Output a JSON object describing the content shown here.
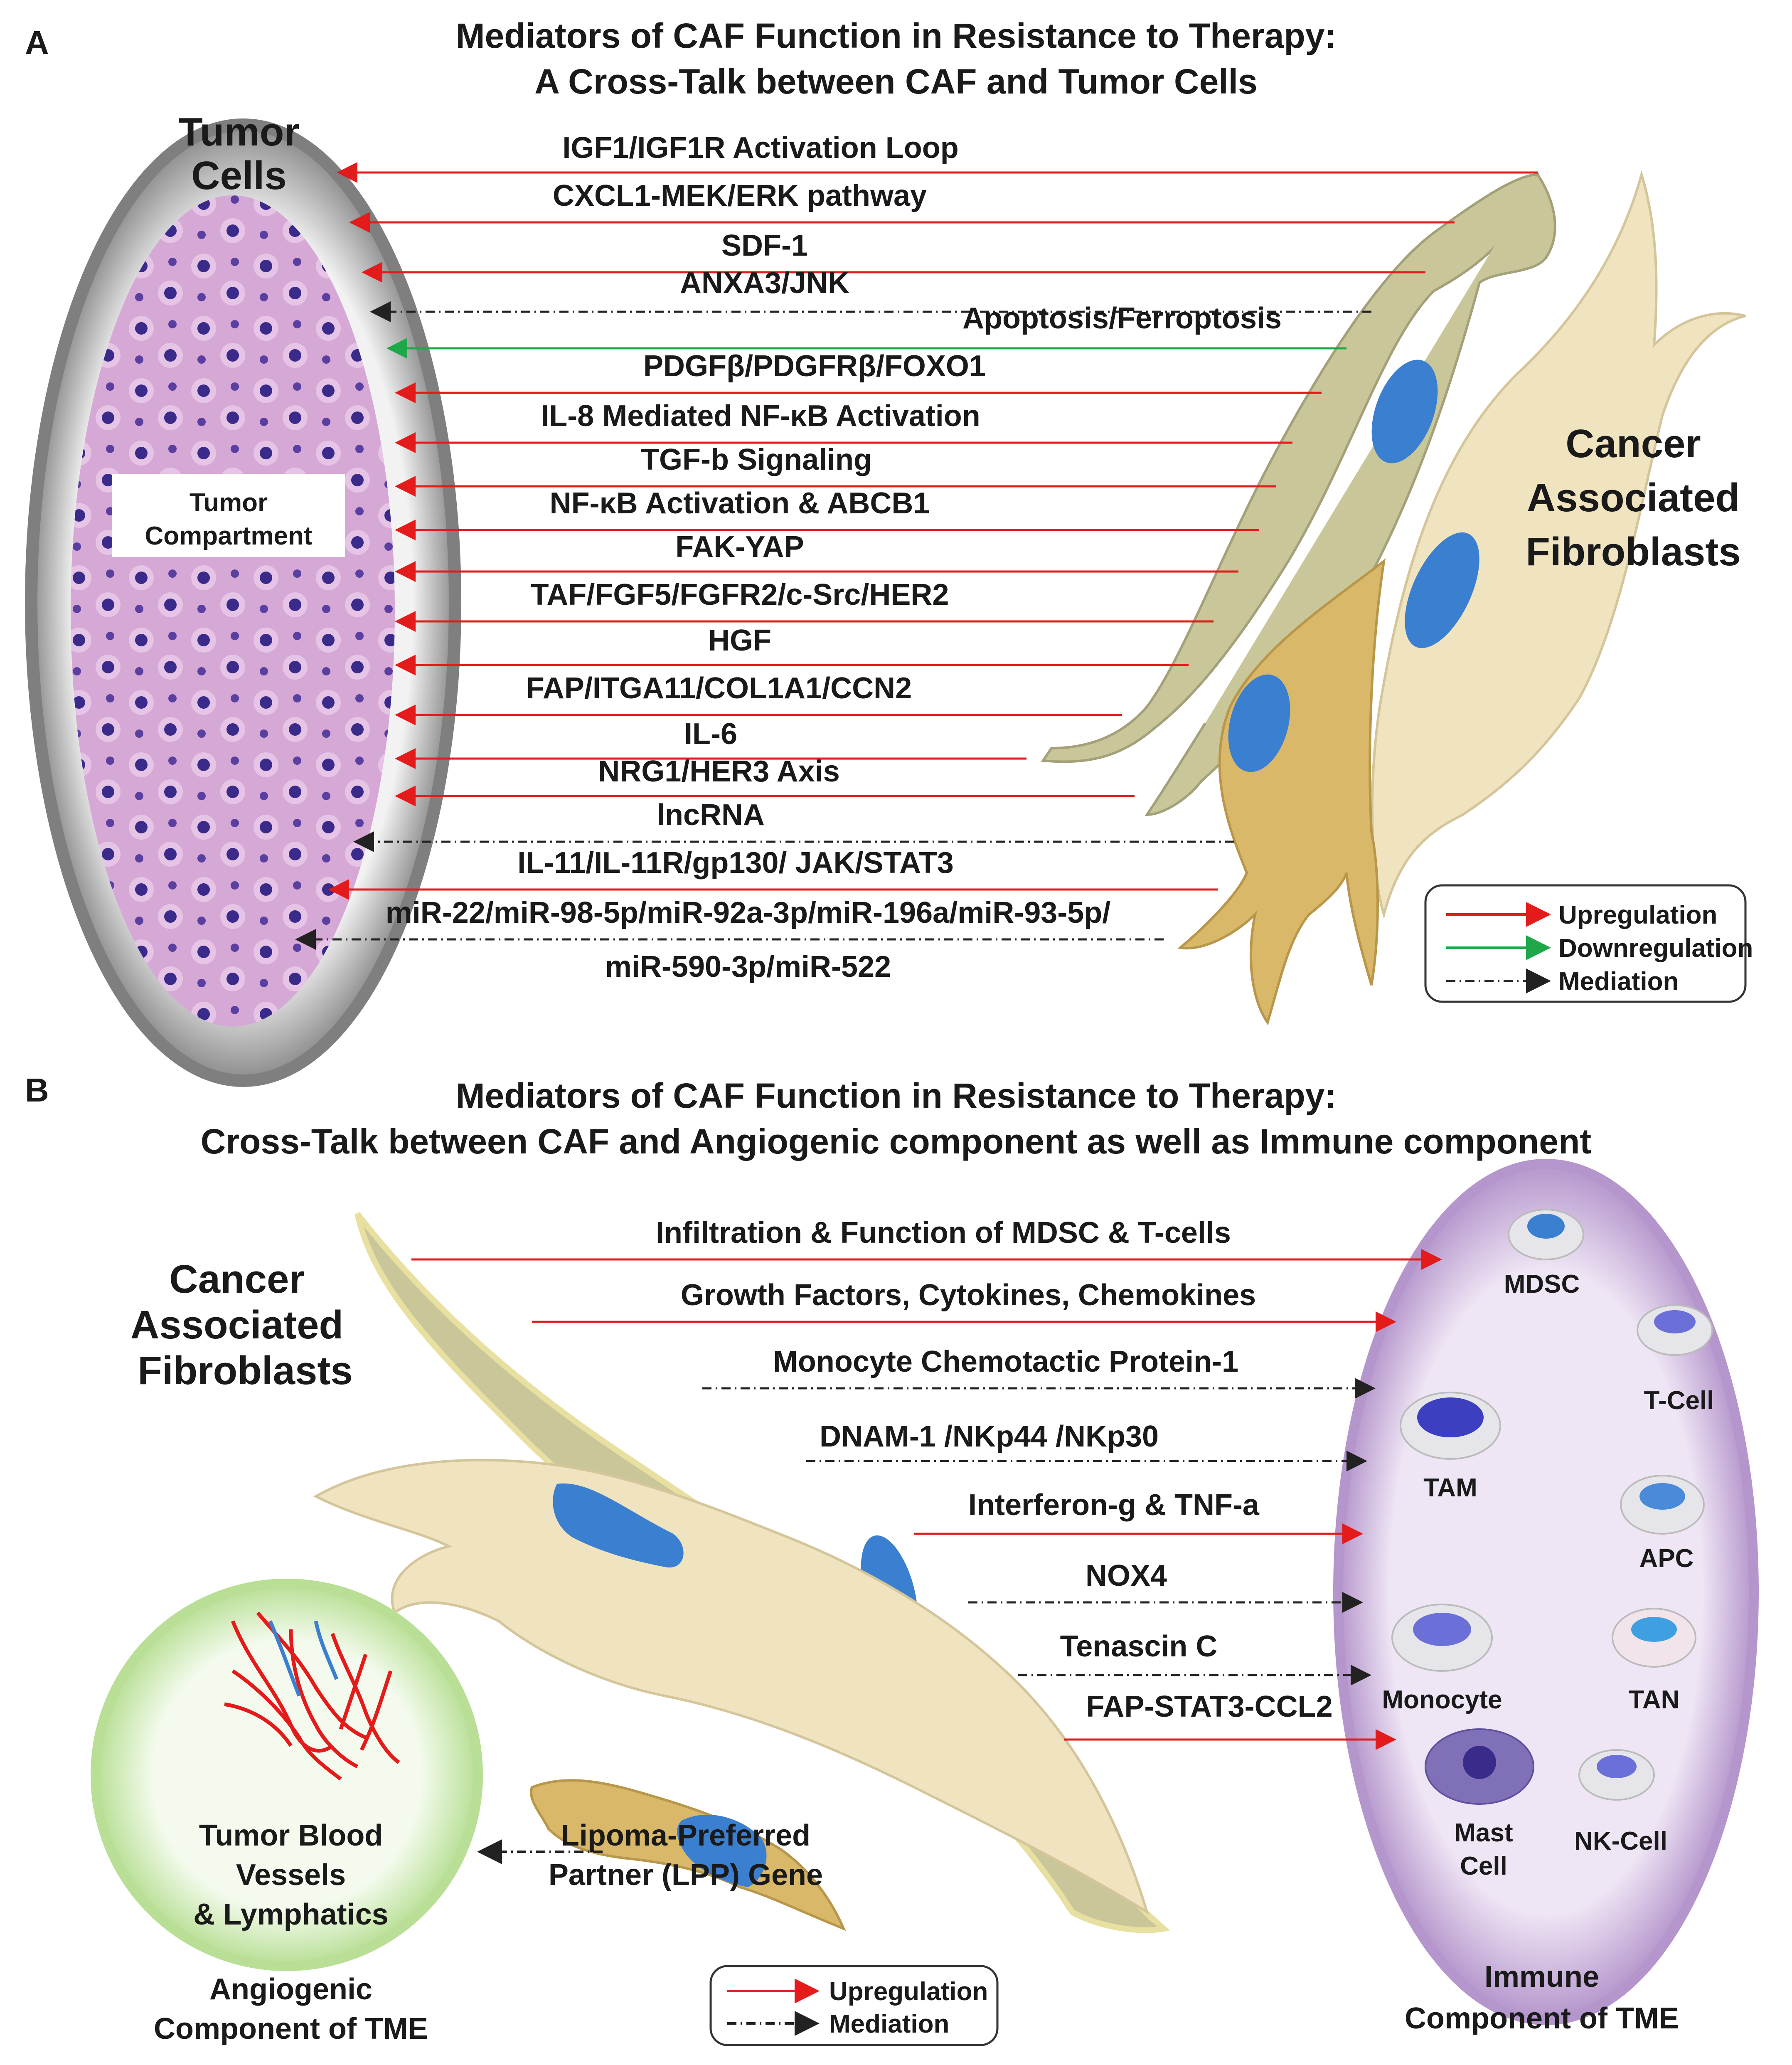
{
  "panel_a": {
    "letter": "A",
    "title_line1": "Mediators of CAF Function in Resistance to Therapy:",
    "title_line2": "A Cross-Talk between CAF and Tumor Cells",
    "tumor_cells_line1": "Tumor",
    "tumor_cells_line2": "Cells",
    "tumor_compartment_line1": "Tumor",
    "tumor_compartment_line2": "Compartment",
    "caf_line1": "Cancer",
    "caf_line2": "Associated",
    "caf_line3": "Fibroblasts",
    "mediators": [
      {
        "label": "IGF1/IGF1R Activation Loop",
        "type": "Upregulation"
      },
      {
        "label": "CXCL1-MEK/ERK pathway",
        "type": "Upregulation"
      },
      {
        "label": "SDF-1",
        "type": "Upregulation"
      },
      {
        "label": "ANXA3/JNK",
        "type": "Mediation"
      },
      {
        "label": "Apoptosis/Ferroptosis",
        "type": "Downregulation"
      },
      {
        "label": "PDGFβ/PDGFRβ/FOXO1",
        "type": "Upregulation"
      },
      {
        "label": "IL-8 Mediated NF-κB Activation",
        "type": "Upregulation"
      },
      {
        "label": "TGF-b Signaling",
        "type": "Upregulation"
      },
      {
        "label": "NF-κB Activation & ABCB1",
        "type": "Upregulation"
      },
      {
        "label": "FAK-YAP",
        "type": "Upregulation"
      },
      {
        "label": "TAF/FGF5/FGFR2/c-Src/HER2",
        "type": "Upregulation"
      },
      {
        "label": "HGF",
        "type": "Upregulation"
      },
      {
        "label": "FAP/ITGA11/COL1A1/CCN2",
        "type": "Upregulation"
      },
      {
        "label": "IL-6",
        "type": "Upregulation"
      },
      {
        "label": "NRG1/HER3 Axis",
        "type": "Upregulation"
      },
      {
        "label": "lncRNA",
        "type": "Mediation"
      },
      {
        "label": "IL-11/IL-11R/gp130/ JAK/STAT3",
        "type": "Upregulation"
      },
      {
        "label": "miR-22/miR-98-5p/miR-92a-3p/miR-196a/miR-93-5p/",
        "label2": "miR-590-3p/miR-522",
        "type": "Mediation"
      }
    ],
    "legend": {
      "upregulation": "Upregulation",
      "downregulation": "Downregulation",
      "mediation": "Mediation"
    }
  },
  "panel_b": {
    "letter": "B",
    "title_line1": "Mediators of CAF Function in Resistance to Therapy:",
    "title_line2": "Cross-Talk between CAF and Angiogenic component as well as Immune component",
    "caf_line1": "Cancer",
    "caf_line2": "Associated",
    "caf_line3": "Fibroblasts",
    "mediators": [
      {
        "label": "Infiltration & Function of MDSC & T-cells",
        "type": "Upregulation"
      },
      {
        "label": "Growth Factors, Cytokines, Chemokines",
        "type": "Upregulation"
      },
      {
        "label": "Monocyte Chemotactic Protein-1",
        "type": "Mediation"
      },
      {
        "label": "DNAM-1 /NKp44 /NKp30",
        "type": "Mediation"
      },
      {
        "label": "Interferon-g & TNF-a",
        "type": "Upregulation"
      },
      {
        "label": "NOX4",
        "type": "Mediation"
      },
      {
        "label": "Tenascin C",
        "type": "Mediation"
      },
      {
        "label": "FAP-STAT3-CCL2",
        "type": "Upregulation"
      }
    ],
    "lpp_line1": "Lipoma-Preferred",
    "lpp_line2": "Partner (LPP) Gene",
    "vessels_line1": "Tumor Blood",
    "vessels_line2": "Vessels",
    "vessels_line3": "& Lymphatics",
    "angiogenic_line1": "Angiogenic",
    "angiogenic_line2": "Component of TME",
    "immune_line1": "Immune",
    "immune_line2": "Component of TME",
    "immune_cells": [
      "MDSC",
      "T-Cell",
      "TAM",
      "APC",
      "Monocyte",
      "TAN",
      "Mast",
      "Cell",
      "NK-Cell"
    ],
    "legend": {
      "upregulation": "Upregulation",
      "mediation": "Mediation"
    }
  },
  "colors": {
    "upregulation": "#e31b1b",
    "downregulation": "#1fa84a",
    "mediation": "#222222",
    "caf_olive": "#c9c79a",
    "caf_cream": "#efe3c0",
    "caf_gold": "#d9b86a",
    "nucleus": "#3b7fd0",
    "tumor_cell": "#c890c8",
    "immune_oval": "#d9c6e6",
    "angio_circle": "#c7e4a8"
  }
}
